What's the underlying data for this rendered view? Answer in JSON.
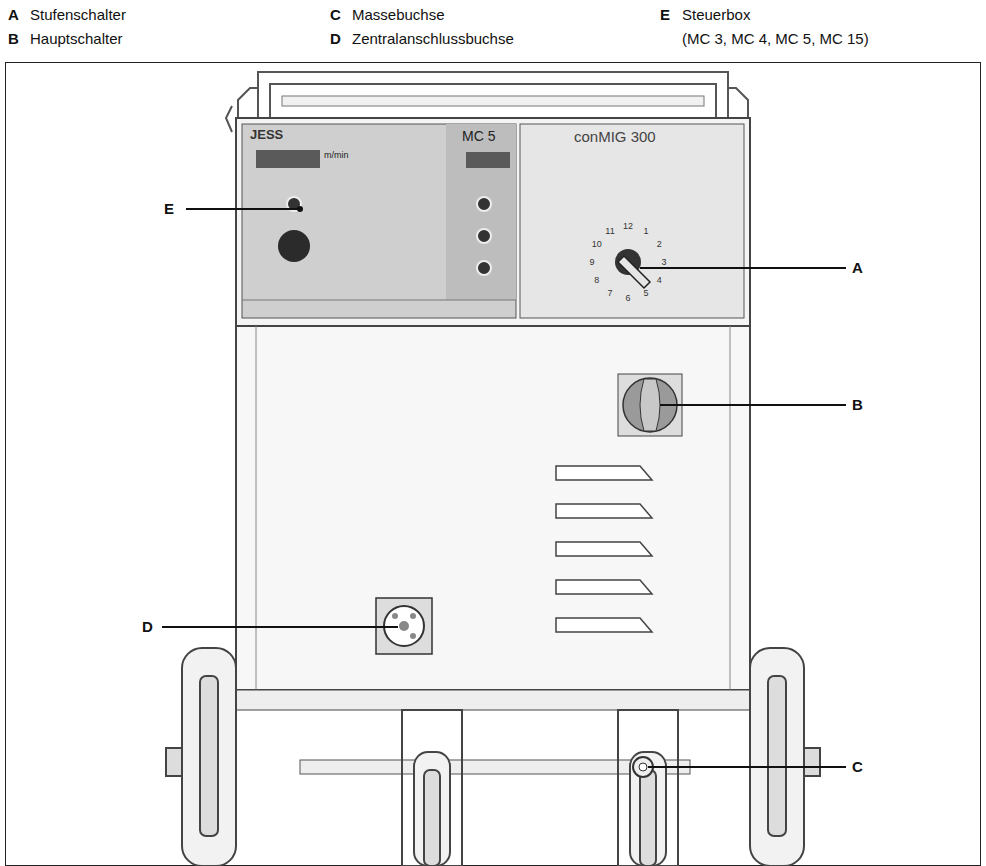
{
  "diagram": {
    "labels": [
      "A",
      "Stufenschalter",
      "C",
      "Massebuchse",
      "E",
      "Steuerbox",
      "B",
      "Hauptschalter",
      "D",
      "Zentralanschlussbuchse",
      "(MC 3, MC 4, MC 5, MC 15)",
      "JESS",
      "MC 5",
      "conMIG 300",
      "m/min",
      "12",
      "1",
      "2",
      "3",
      "4",
      "5",
      "6",
      "7",
      "8",
      "9",
      "10",
      "11",
      "E",
      "A",
      "B",
      "D",
      "C"
    ]
  }
}
